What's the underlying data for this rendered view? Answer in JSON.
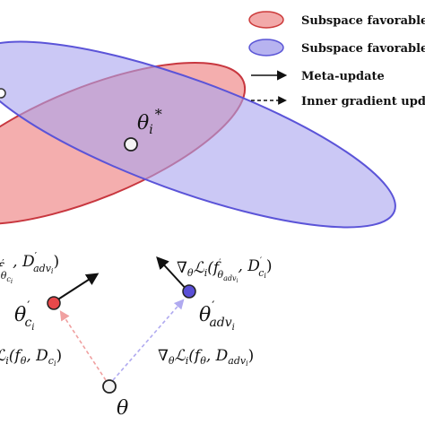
{
  "legend": {
    "items": [
      {
        "label": "Subspace favorable",
        "swatch_fill": "#f2a9a9",
        "swatch_stroke": "#cc3b3b"
      },
      {
        "label": "Subspace favorable",
        "swatch_fill": "#b7b3f0",
        "swatch_stroke": "#5a55d6"
      },
      {
        "label": "Meta-update",
        "line_style": "solid"
      },
      {
        "label": "Inner gradient upda",
        "line_style": "dashed"
      }
    ]
  },
  "colors": {
    "red_fill": "#f2a0a0",
    "red_stroke": "#c8373f",
    "blue_fill": "#a9a4ef",
    "blue_stroke": "#5b54d8",
    "red_point": "#e8484a",
    "blue_point": "#5a4fd6",
    "red_dashed": "#f0a0a0",
    "blue_dashed": "#b0aaf0"
  },
  "labels": {
    "theta_star": "θ",
    "theta_star_sub": "i",
    "theta_star_sup": "*",
    "theta_c": "θ",
    "theta_c_sub": "c",
    "theta_c_subsub": "i",
    "theta_adv": "θ",
    "theta_adv_sub": "adv",
    "theta_adv_subsub": "i",
    "theta": "θ",
    "grad_top_left": "f",
    "grad_top_left_sub": "θ",
    "grad_top_left_rest": ", D",
    "grad_top_left_rest_sub": "adv",
    "grad_top_left_end": ")",
    "grad_top_right_nabla": "∇",
    "grad_top_right_nabla_sub": "θ",
    "grad_top_right_L": "ℒ",
    "grad_top_right_L_sub": "i",
    "grad_top_right_open": "(f",
    "grad_top_right_f_sub": "θ",
    "grad_top_right_f_subsub": "adv",
    "grad_top_right_rest": ", D",
    "grad_top_right_rest_sub": "c",
    "grad_top_right_end": ")",
    "grad_bottom_left": "ℒ",
    "grad_bottom_left_sub": "i",
    "grad_bottom_left_rest": "(f",
    "grad_bottom_left_f_sub": "θ",
    "grad_bottom_left_d": ", D",
    "grad_bottom_left_d_sub": "c",
    "grad_bottom_left_end": ")",
    "grad_bottom_right_nabla": "∇",
    "grad_bottom_right_nabla_sub": "θ",
    "grad_bottom_right_L": "ℒ",
    "grad_bottom_right_L_sub": "i",
    "grad_bottom_right_rest": "(f",
    "grad_bottom_right_f_sub": "θ",
    "grad_bottom_right_d": ", D",
    "grad_bottom_right_d_sub": "adv",
    "grad_bottom_right_end": ")"
  }
}
